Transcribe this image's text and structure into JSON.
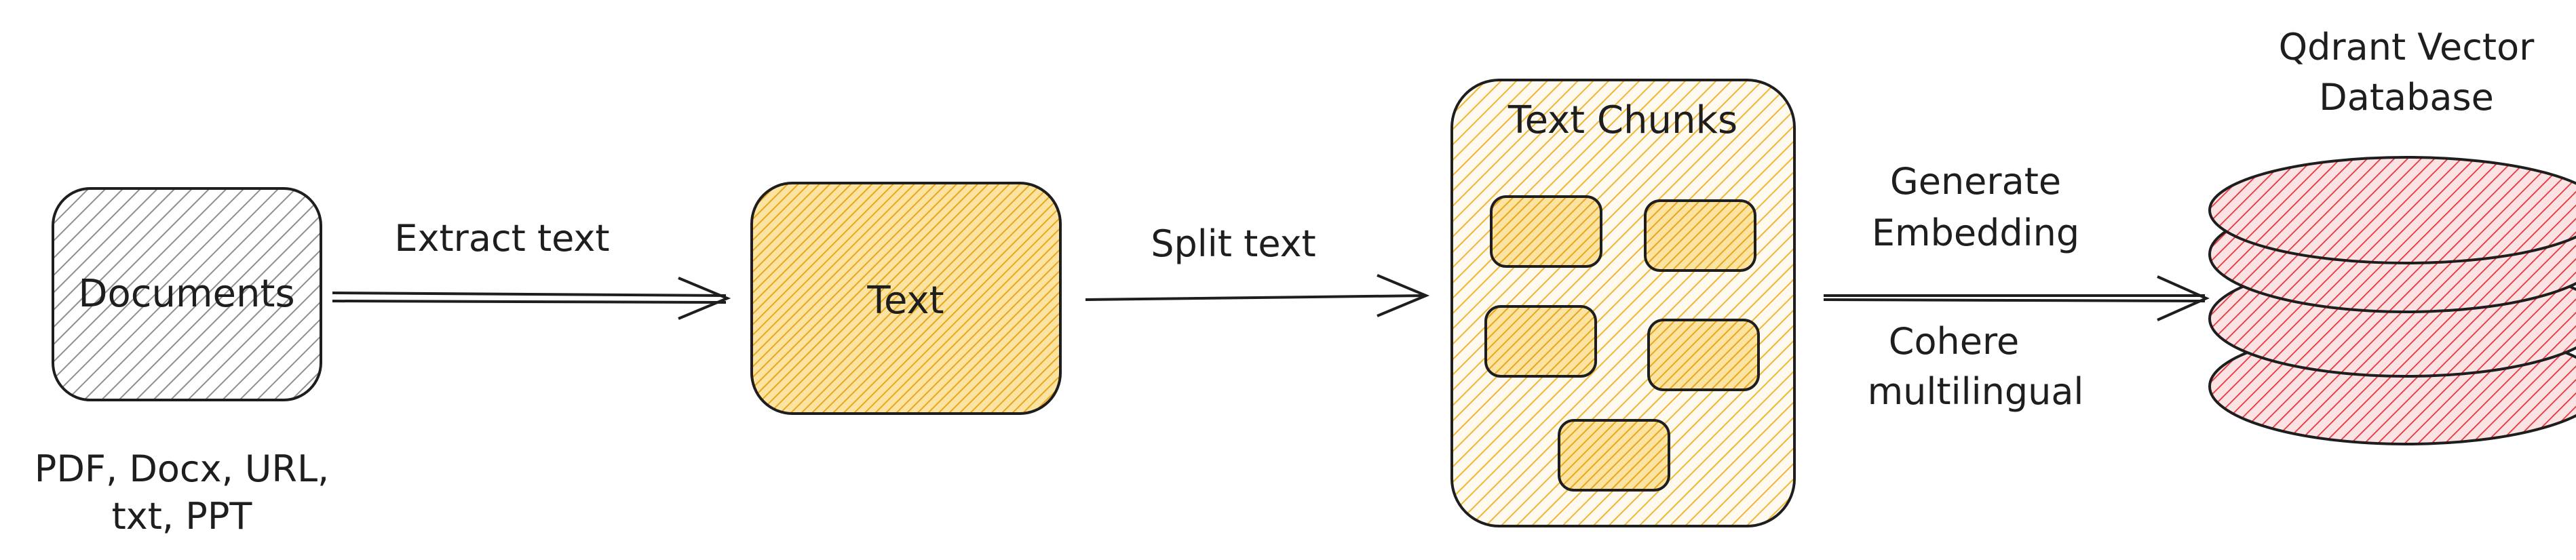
{
  "nodes": {
    "documents": {
      "label": "Documents",
      "sublabel_line1": "PDF, Docx, URL,",
      "sublabel_line2": "txt, PPT"
    },
    "text": {
      "label": "Text"
    },
    "chunks": {
      "label": "Text Chunks"
    },
    "database": {
      "label_line1": "Qdrant Vector",
      "label_line2": "Database"
    }
  },
  "edges": {
    "extract": {
      "label": "Extract text"
    },
    "split": {
      "label": "Split text"
    },
    "embed": {
      "label_top_line1": "Generate",
      "label_top_line2": "Embedding",
      "label_bottom_line1": "Cohere",
      "label_bottom_line2": "multilingual"
    }
  },
  "colors": {
    "stroke": "#1e1e1e",
    "documents_fill": "#9a9a9a",
    "text_fill": "#f5b82e",
    "chunk_fill": "#f5b82e",
    "database_fill": "#e8313a"
  }
}
